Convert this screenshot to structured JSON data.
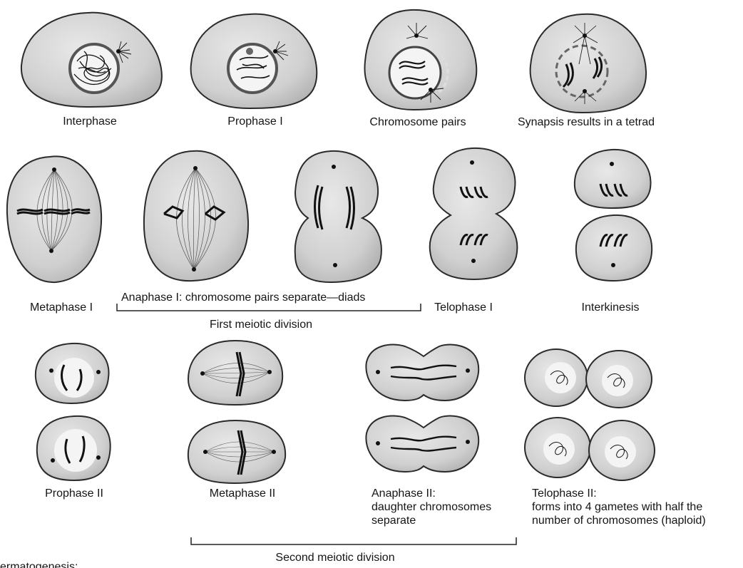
{
  "labels": {
    "interphase": "Interphase",
    "prophase_1": "Prophase I",
    "chromosome_pairs": "Chromosome pairs",
    "synapsis": "Synapsis results in a tetrad",
    "metaphase_1": "Metaphase I",
    "anaphase_1": "Anaphase I: chromosome pairs separate—diads",
    "telophase_1": "Telophase I",
    "interkinesis": "Interkinesis",
    "first_division": "First meiotic division",
    "prophase_2": "Prophase II",
    "metaphase_2": "Metaphase II",
    "anaphase_2": [
      "Anaphase II:",
      "daughter chromosomes",
      "separate"
    ],
    "telophase_2": [
      "Telophase II:",
      "forms into 4 gametes with half the",
      "number of chromosomes (haploid)"
    ],
    "second_division": "Second meiotic division",
    "cutoff": "ermatogenesis:"
  },
  "colors": {
    "cell_fill": "#d2d2d2",
    "cell_edge": "#2a2a2a",
    "nucleus_fill": "#f4f4f4",
    "chromosome": "#111111",
    "spindle": "#4a4a4a"
  }
}
